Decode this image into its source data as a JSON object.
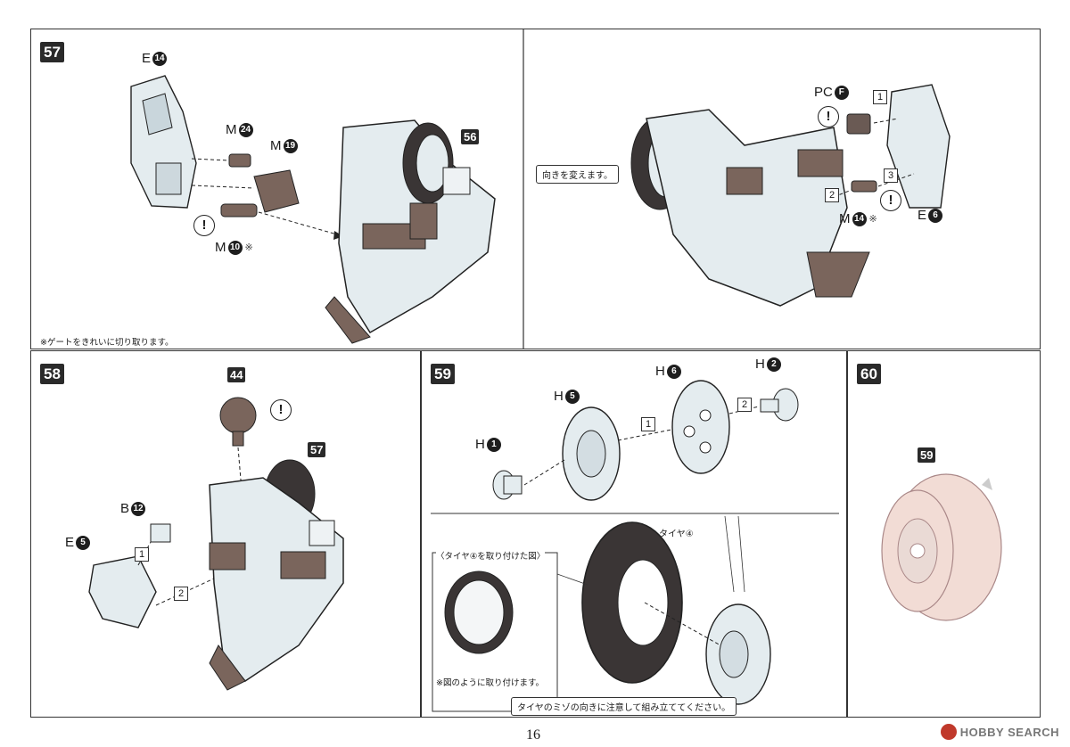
{
  "page_number": "16",
  "watermark": "HOBBY SEARCH",
  "step57": {
    "step": "57",
    "ref": "56",
    "labels": {
      "e14": "E",
      "e14_num": "14",
      "m24": "M",
      "m24_num": "24",
      "m19": "M",
      "m19_num": "19",
      "m10": "M",
      "m10_num": "10",
      "pcf": "PC",
      "pcf_num": "F",
      "m14": "M",
      "m14_num": "14",
      "e6": "E",
      "e6_num": "6"
    },
    "asterisk": "※",
    "note": "※ゲートをきれいに切り取ります。",
    "bubble": "向きを変えます。",
    "orders": [
      "1",
      "2",
      "3"
    ],
    "warn": "!"
  },
  "step58": {
    "step": "58",
    "refs": [
      "44",
      "57"
    ],
    "labels": {
      "b12": "B",
      "b12_num": "12",
      "e5": "E",
      "e5_num": "5"
    },
    "orders": [
      "1",
      "2"
    ],
    "warn": "!"
  },
  "step59": {
    "step": "59",
    "labels": {
      "h5": "H",
      "h5_num": "5",
      "h6": "H",
      "h6_num": "6",
      "h2": "H",
      "h2_num": "2",
      "h1": "H",
      "h1_num": "1"
    },
    "orders": [
      "1",
      "2"
    ],
    "tire_label": "タイヤ④",
    "inset_title": "〈タイヤ④を取り付けた図〉",
    "inset_note": "※図のように取り付けます。",
    "instruction": "タイヤのミゾの向きに注意して組み立ててください。"
  },
  "step60": {
    "step": "60",
    "ref": "59"
  },
  "colors": {
    "part_light": "#dfe8ec",
    "part_brown": "#6d5a52",
    "tire_dark": "#3a3535",
    "tire_ghost": "#f0d8d2"
  }
}
